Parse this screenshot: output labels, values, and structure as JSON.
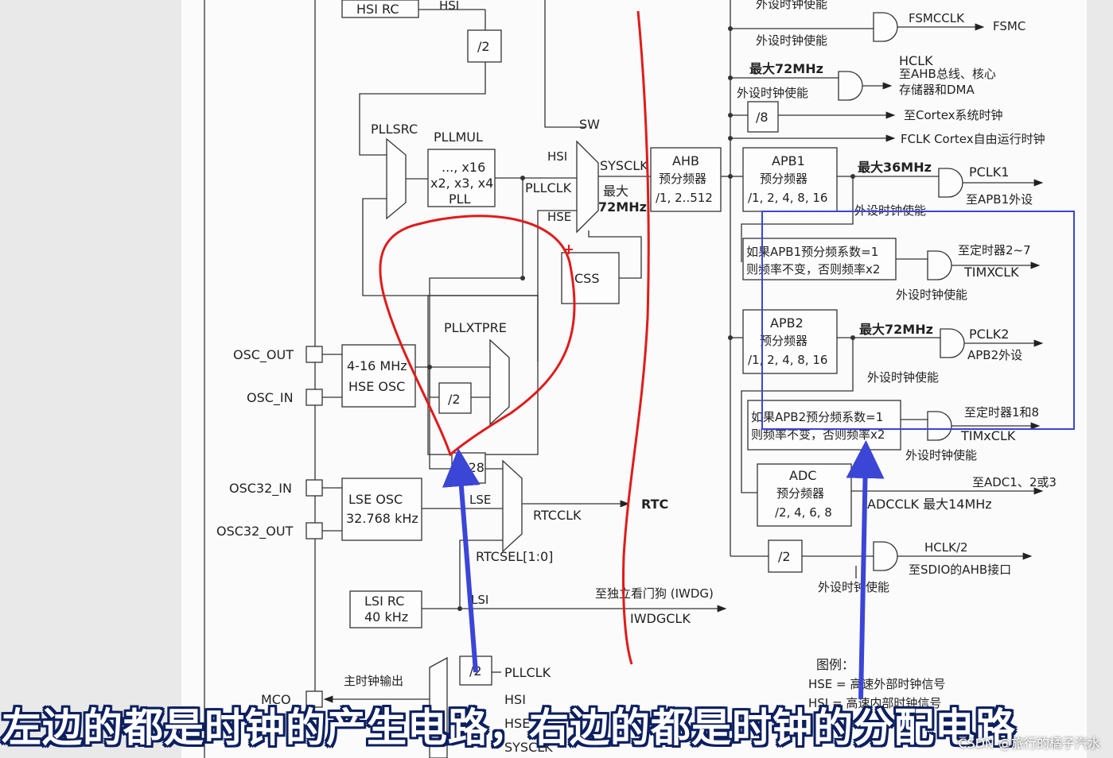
{
  "diagram": {
    "clock_source": {
      "hsi_rc": "HSI RC",
      "hsi": "HSI",
      "div2_a": "/2",
      "pllsrc": "PLLSRC",
      "pllmul": "PLLMUL",
      "pll_box": [
        "..., x16",
        "x2, x3, x4",
        "PLL"
      ],
      "sw": "SW",
      "mux_hsi": "HSI",
      "pllclk": "PLLCLK",
      "mux_hse": "HSE",
      "sysclk": "SYSCLK",
      "sysclk_max": [
        "最大",
        "72MHz"
      ],
      "css": "CSS",
      "pllxtpre": "PLLXTPRE",
      "div2_b": "/2",
      "osc_out": "OSC_OUT",
      "osc_in": "OSC_IN",
      "hse_osc": [
        "4-16 MHz",
        "HSE OSC"
      ],
      "div128": "/128",
      "osc32_in": "OSC32_IN",
      "osc32_out": "OSC32_OUT",
      "lse_osc": [
        "LSE OSC",
        "32.768 kHz"
      ],
      "lse": "LSE",
      "rtcclk": "RTCCLK",
      "rtc": "RTC",
      "rtcsel": "RTCSEL[1:0]",
      "lsi_rc": [
        "LSI RC",
        "40 kHz"
      ],
      "lsi": "LSI",
      "iwdg_label": "至独立看门狗 (IWDG)",
      "iwdgclk": "IWDGCLK",
      "mco_out": "主时钟输出",
      "mco": "MCO",
      "mco_div2": "/2",
      "mco_pllclk": "PLLCLK",
      "mco_hsi": "HSI",
      "mco_hse": "HSE",
      "mco_sysclk": "SYSCLK"
    },
    "clock_distribution": {
      "top_enable_a": "外设时钟使能",
      "fsmcclk": "FSMCCLK",
      "fsmc": "FSMC",
      "top_enable_b": "外设时钟使能",
      "ahb_prescaler": [
        "AHB",
        "预分频器",
        "/1, 2..512"
      ],
      "max72_a": "最大72MHz",
      "enable_hclk": "外设时钟使能",
      "hclk": [
        "HCLK",
        "至AHB总线、核心",
        "存储器和DMA"
      ],
      "div8": "/8",
      "cortex": "至Cortex系统时钟",
      "fclk": "FCLK Cortex自由运行时钟",
      "apb1_prescaler": [
        "APB1",
        "预分频器",
        "/1, 2, 4, 8, 16"
      ],
      "max36": "最大36MHz",
      "pclk1": "PCLK1",
      "apb1_dev": "至APB1外设",
      "enable_apb1": "外设时钟使能",
      "apb1_mult": [
        "如果APB1预分频系数=1",
        "则频率不变，否则频率x2"
      ],
      "tim27": "至定时器2~7",
      "timxclk": "TIMXCLK",
      "enable_tim27": "外设时钟使能",
      "apb2_prescaler": [
        "APB2",
        "预分频器",
        "/1, 2, 4, 8, 16"
      ],
      "max72_b": "最大72MHz",
      "pclk2": "PCLK2",
      "apb2_dev": "APB2外设",
      "enable_apb2": "外设时钟使能",
      "apb2_mult": [
        "如果APB2预分频系数=1",
        "则频率不变，否则频率x2"
      ],
      "tim18": "至定时器1和8",
      "timxclk2": "TIMxCLK",
      "enable_tim18": "外设时钟使能",
      "adc_prescaler": [
        "ADC",
        "预分频器",
        "/2, 4, 6, 8"
      ],
      "adc_target": "至ADC1、2或3",
      "adcclk": "ADCCLK 最大14MHz",
      "div2_sdio": "/2",
      "hclk2": "HCLK/2",
      "sdio": "至SDIO的AHB接口",
      "enable_sdio": "外设时钟使能",
      "legend_title": "图例：",
      "legend_hse": "HSE = 高速外部时钟信号",
      "legend_hsi": "HSI = 高速内部时钟信号"
    },
    "colors": {
      "annotation_red": "#e01b1b",
      "annotation_blue": "#3b45d6",
      "line": "#333333"
    }
  },
  "subtitle": "左边的都是时钟的产生电路，右边的都是时钟的分配电路",
  "watermark": "CSDN @旅行的橘子汽水"
}
